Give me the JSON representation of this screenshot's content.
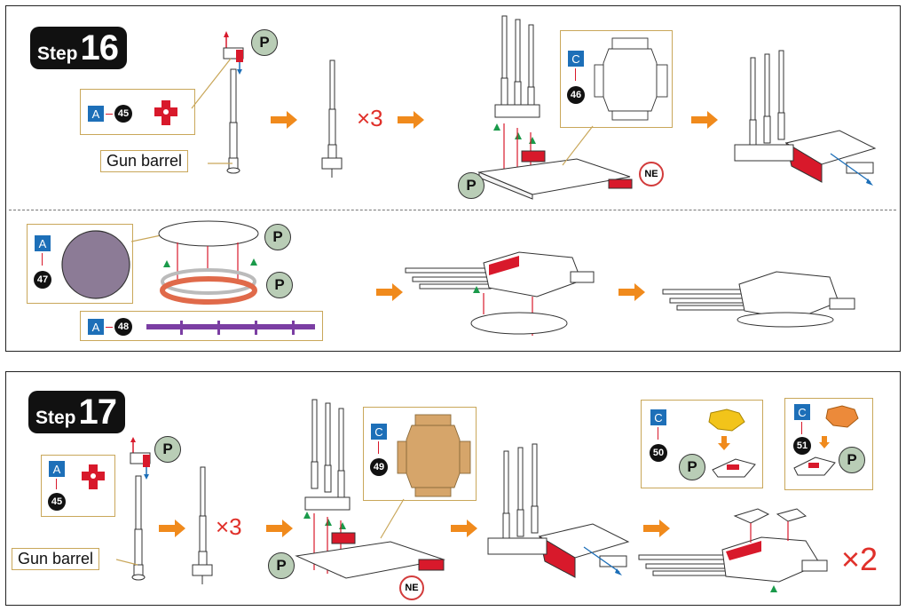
{
  "step16": {
    "label": "Step",
    "number": "16"
  },
  "step17": {
    "label": "Step",
    "number": "17"
  },
  "gun_barrel": "Gun barrel",
  "multiplier_x3": "×3",
  "multiplier_x2": "×2",
  "p_marker": "P",
  "ne_marker": "NE",
  "parts": {
    "a45": {
      "sheet": "A",
      "num": "45"
    },
    "c46": {
      "sheet": "C",
      "num": "46"
    },
    "a47": {
      "sheet": "A",
      "num": "47"
    },
    "a48": {
      "sheet": "A",
      "num": "48"
    },
    "a45b": {
      "sheet": "A",
      "num": "45"
    },
    "c49": {
      "sheet": "C",
      "num": "49"
    },
    "c50": {
      "sheet": "C",
      "num": "50"
    },
    "c51": {
      "sheet": "C",
      "num": "51"
    }
  },
  "colors": {
    "sheet_A": "#1d6fb8",
    "part_red": "#d8192b",
    "part_purple": "#7b3ea3",
    "arrow_orange": "#f08a1c",
    "tan": "#d6a56a"
  }
}
